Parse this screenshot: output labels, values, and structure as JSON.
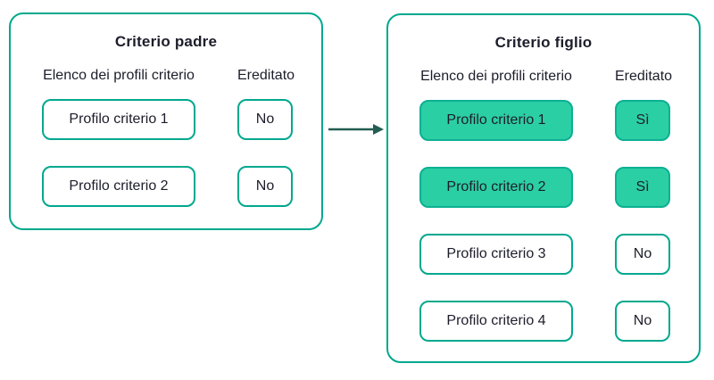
{
  "colors": {
    "box_border_teal": "#00a88e",
    "inherited_fill_mint": "#2bcfa4",
    "inherited_border_mint": "#0cb093",
    "arrow_dark_teal": "#235e52",
    "text_dark": "#1d1d2b",
    "background": "#ffffff"
  },
  "parent": {
    "title": "Criterio padre",
    "col_profiles": "Elenco dei profili criterio",
    "col_inherited": "Ereditato",
    "rows": [
      {
        "profile": "Profilo criterio 1",
        "inherited": "No"
      },
      {
        "profile": "Profilo criterio 2",
        "inherited": "No"
      }
    ]
  },
  "child": {
    "title": "Criterio figlio",
    "col_profiles": "Elenco dei profili criterio",
    "col_inherited": "Ereditato",
    "rows": [
      {
        "profile": "Profilo criterio 1",
        "inherited": "Sì"
      },
      {
        "profile": "Profilo criterio 2",
        "inherited": "Sì"
      },
      {
        "profile": "Profilo criterio 3",
        "inherited": "No"
      },
      {
        "profile": "Profilo criterio 4",
        "inherited": "No"
      }
    ]
  }
}
